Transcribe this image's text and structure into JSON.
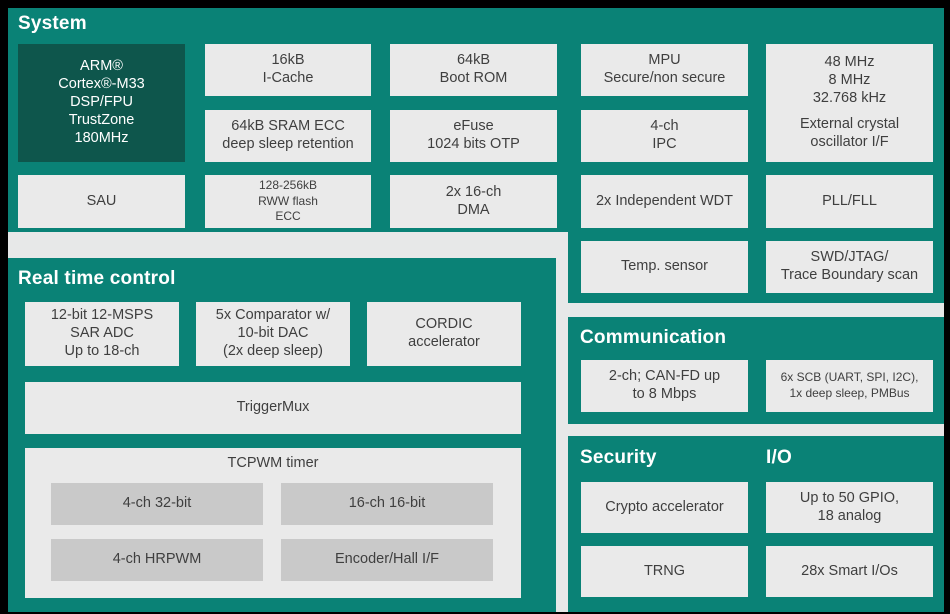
{
  "colors": {
    "frame": "#000000",
    "panel_teal": "#0A8276",
    "cpu_dark_teal": "#0E564C",
    "block_gray": "#EAEAEA",
    "inner_block_gray": "#C9C9C9",
    "text_dark": "#3F3F3F",
    "title_white": "#FFFFFF"
  },
  "system": {
    "title": "System",
    "cpu": "ARM®\nCortex®-M33\nDSP/FPU\nTrustZone\n180MHz",
    "icache": "16kB\nI-Cache",
    "bootrom": "64kB\nBoot ROM",
    "mpu": "MPU\nSecure/non secure",
    "clock_freqs": "48 MHz\n8 MHz\n32.768 kHz",
    "clock_xtal": "External crystal\noscillator I/F",
    "sram": "64kB SRAM ECC\ndeep sleep retention",
    "efuse": "eFuse\n1024 bits OTP",
    "ipc": "4-ch\nIPC",
    "sau": "SAU",
    "flash": "128-256kB\nRWW flash\nECC",
    "dma": "2x 16-ch\nDMA",
    "wdt": "2x Independent WDT",
    "pll": "PLL/FLL",
    "temp_sensor": "Temp. sensor",
    "swd": "SWD/JTAG/\nTrace Boundary scan"
  },
  "real_time_control": {
    "title": "Real time control",
    "adc": "12-bit 12-MSPS\nSAR ADC\nUp to 18-ch",
    "comparator": "5x Comparator w/\n10-bit DAC\n(2x deep sleep)",
    "cordic": "CORDIC\naccelerator",
    "triggermux": "TriggerMux",
    "tcpwm": {
      "title": "TCPWM timer",
      "ch32": "4-ch 32-bit",
      "ch16": "16-ch 16-bit",
      "hrpwm": "4-ch HRPWM",
      "encoder": "Encoder/Hall I/F"
    }
  },
  "communication": {
    "title": "Communication",
    "canfd": "2-ch; CAN-FD up\nto 8 Mbps",
    "scb": "6x SCB (UART, SPI, I2C),\n1x deep sleep, PMBus"
  },
  "security": {
    "title": "Security",
    "crypto": "Crypto accelerator",
    "trng": "TRNG"
  },
  "io": {
    "title": "I/O",
    "gpio": "Up to 50 GPIO,\n18 analog",
    "smartio": "28x Smart I/Os"
  }
}
